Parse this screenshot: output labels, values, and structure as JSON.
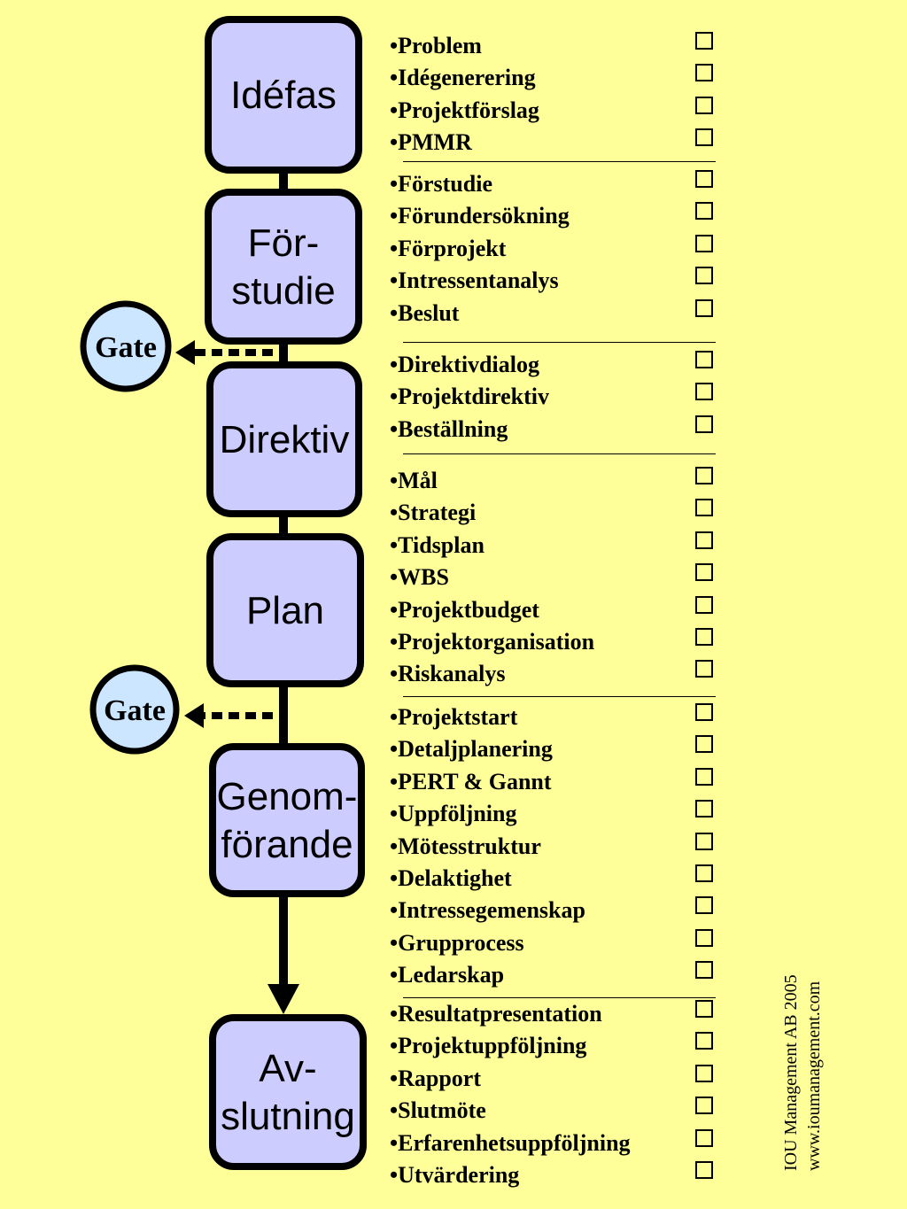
{
  "phases": [
    {
      "lines": [
        "Idéfas"
      ]
    },
    {
      "lines": [
        "För-",
        "studie"
      ]
    },
    {
      "lines": [
        "Direktiv"
      ]
    },
    {
      "lines": [
        "Plan"
      ]
    },
    {
      "lines": [
        "Genom-",
        "förande"
      ]
    },
    {
      "lines": [
        "Av-",
        "slutning"
      ]
    }
  ],
  "gates": [
    {
      "label": "Gate"
    },
    {
      "label": "Gate"
    }
  ],
  "groups": [
    {
      "items": [
        "•Problem",
        "•Idégenerering",
        "•Projektförslag",
        "•PMMR"
      ]
    },
    {
      "items": [
        "•Förstudie",
        "•Förundersökning",
        "•Förprojekt",
        "•Intressentanalys",
        "•Beslut"
      ]
    },
    {
      "items": [
        "•Direktivdialog",
        "•Projektdirektiv",
        "•Beställning"
      ]
    },
    {
      "items": [
        "•Mål",
        "•Strategi",
        "•Tidsplan",
        "•WBS",
        "•Projektbudget",
        "•Projektorganisation",
        "•Riskanalys"
      ]
    },
    {
      "items": [
        "•Projektstart",
        "•Detaljplanering",
        "•PERT & Gannt",
        "•Uppföljning",
        "•Mötesstruktur",
        "•Delaktighet",
        "•Intressegemenskap",
        "•Grupprocess",
        "•Ledarskap"
      ]
    },
    {
      "items": [
        "•Resultatpresentation",
        "•Projektuppföljning",
        "•Rapport",
        "•Slutmöte",
        "•Erfarenhetsuppföljning",
        "•Utvärdering"
      ]
    }
  ],
  "credit": {
    "line1": "IOU Management AB  2005",
    "line2": "www.ioumanagement.com"
  },
  "colors": {
    "background": "#ffff99",
    "phase_fill": "#ccccff",
    "gate_fill": "#cce6ff",
    "stroke": "#000000"
  }
}
